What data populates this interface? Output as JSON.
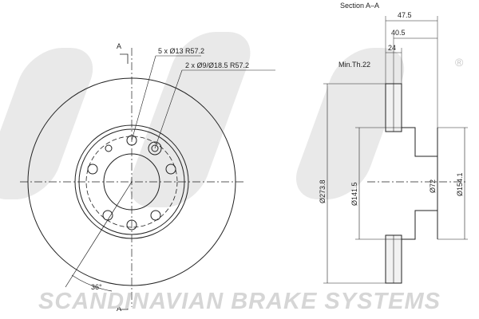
{
  "section_title": "Section A–A",
  "section_marker": "A",
  "hole_callout_1": "5 x Ø13 R57.2",
  "hole_callout_2": "2 x Ø9/Ø18.5 R57.2",
  "angle_label": "36°",
  "min_thickness": "Min.Th.22",
  "dim_47_5": "47.5",
  "dim_40_5": "40.5",
  "dim_24": "24",
  "dim_273_8": "Ø273.8",
  "dim_141_5": "Ø141.5",
  "dim_72": "Ø72",
  "dim_154_1": "Ø154.1",
  "brand_text": "SCANDINAVIAN BRAKE SYSTEMS",
  "registered_mark": "®",
  "logo_text": "sbs"
}
